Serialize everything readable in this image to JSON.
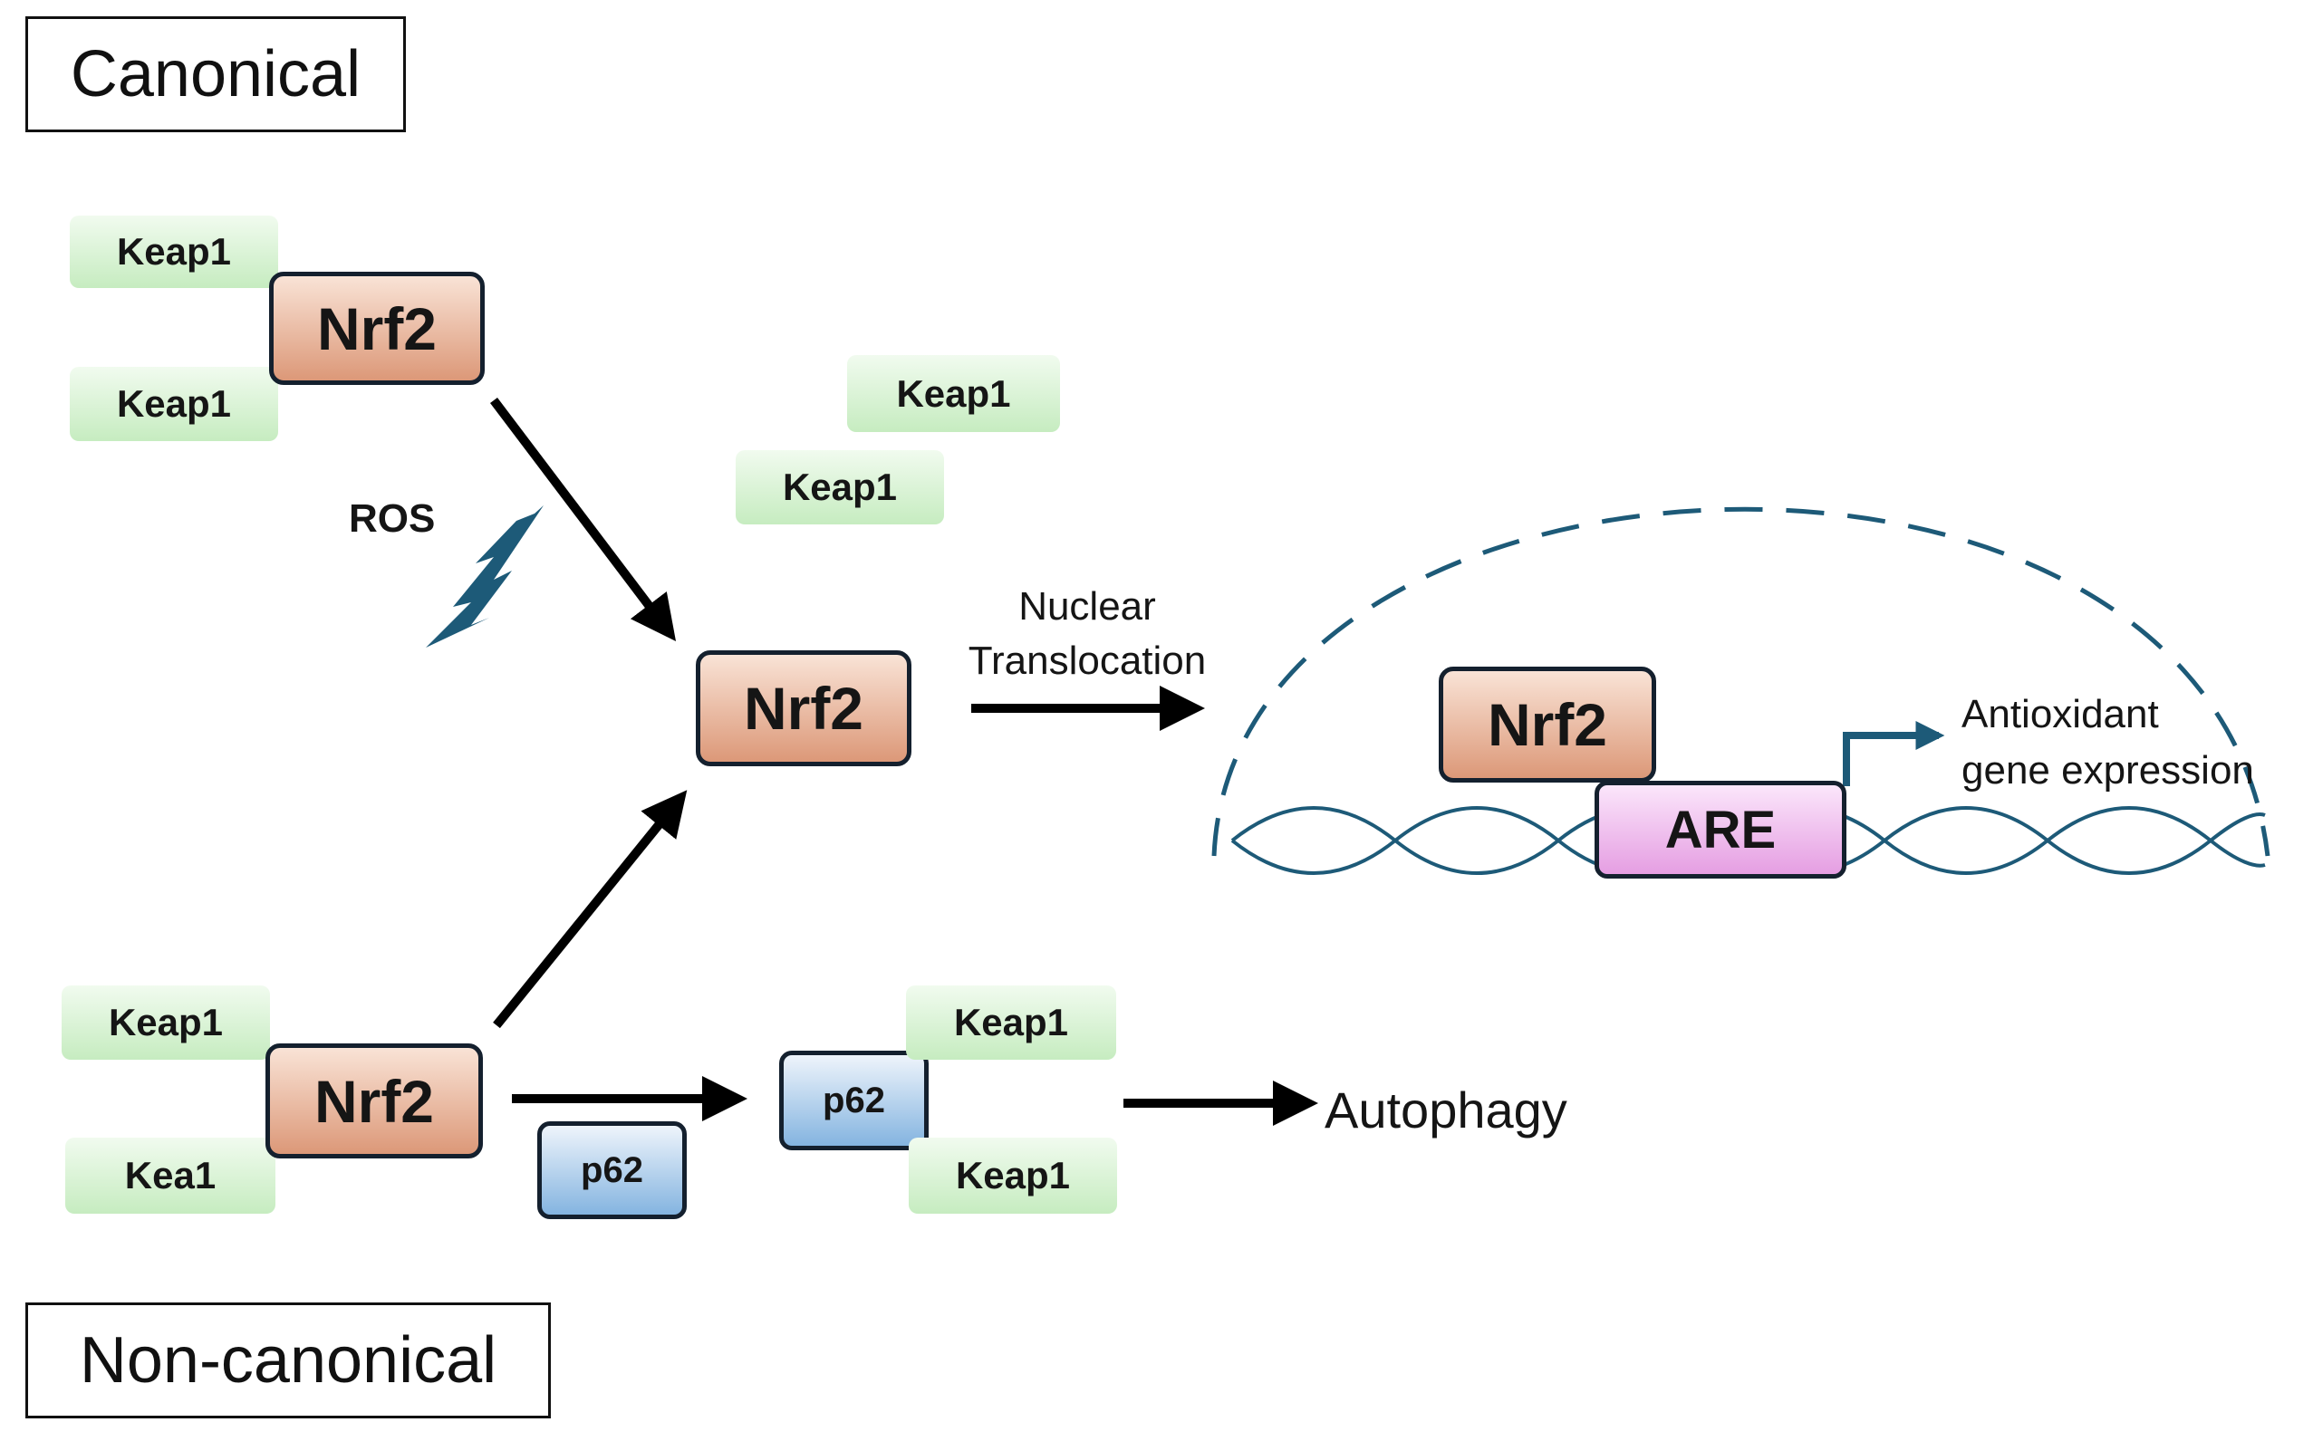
{
  "headers": {
    "canonical": "Canonical",
    "non_canonical": "Non-canonical"
  },
  "proteins": {
    "keap1": "Keap1",
    "kea1": "Kea1",
    "nrf2": "Nrf2",
    "p62": "p62",
    "are": "ARE"
  },
  "labels": {
    "ros": "ROS",
    "nuclear_line1": "Nuclear",
    "nuclear_line2": "Translocation",
    "antioxidant_line1": "Antioxidant",
    "antioxidant_line2": "gene expression",
    "autophagy": "Autophagy"
  },
  "colors": {
    "keap1": "#c6ecc0",
    "nrf2": "#dc9878",
    "p62": "#84b4e0",
    "are": "#e59ee2",
    "nucleus_border": "#1d5a78",
    "ros_bolt": "#1d5a78",
    "arrow": "#000000"
  },
  "icons": {
    "ros": "lightning-bolt-icon",
    "dna": "dna-helix-icon",
    "transcription": "bent-arrow-icon"
  }
}
